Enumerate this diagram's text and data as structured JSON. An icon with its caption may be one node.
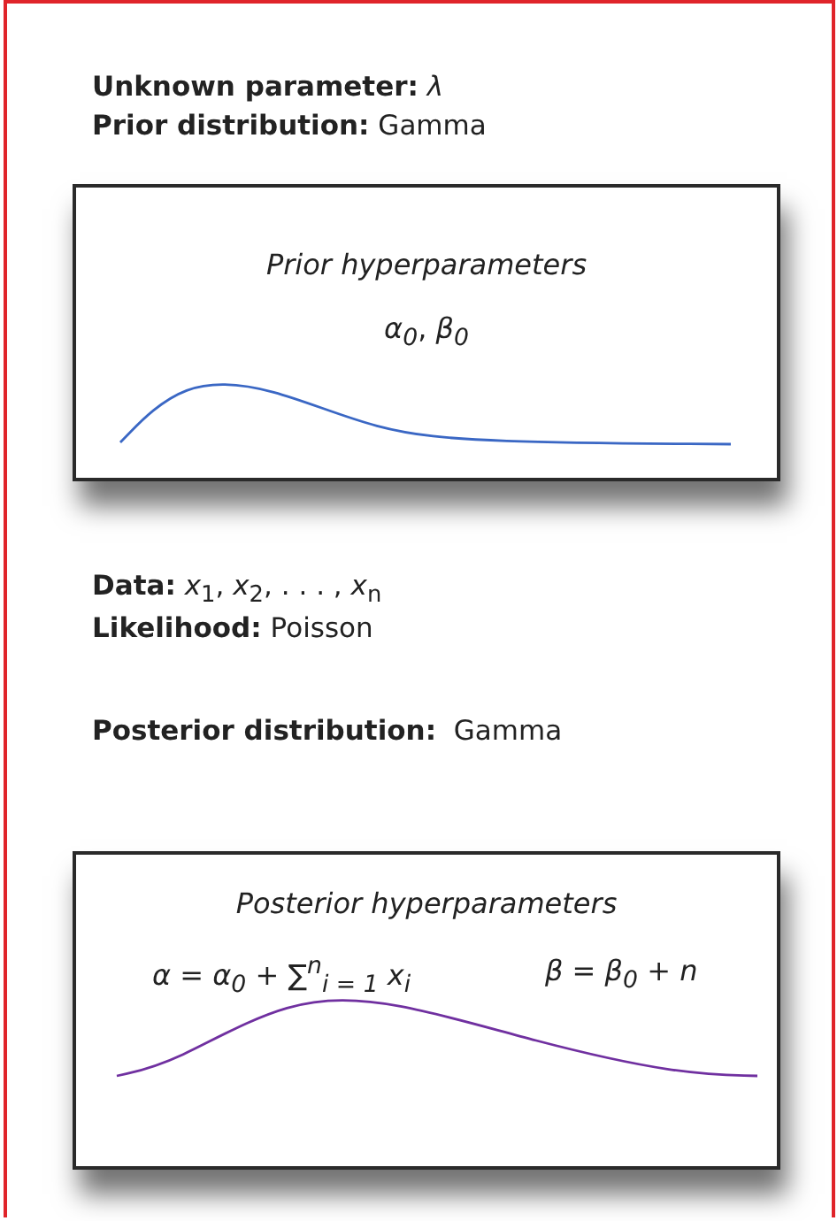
{
  "diagram": {
    "nodes": [
      {
        "text": [
          "Prior hyperparameters",
          "*α*$_{0}$, *β*$_{0}$"
        ]
      },
      {
        "text": [
          "Posterior hyperparameters",
          "*α* = *α*$_{0}$ + ∑$^{n}$$_{i = 1}$ *x*$_{i}$",
          "*β* = *β*$_{0}$ + *n*"
        ]
      }
    ],
    "edges": [],
    "labels": [
      "**Unknown parameter:** *λ*",
      "**Prior distribution:** Gamma",
      "**Data:** *x*$_{1}$, *x*$_{2}$, . . . , *x*$_{n}$",
      "**Likelihood:** Poisson",
      "**Posterior distribution:**  Gamma"
    ]
  }
}
